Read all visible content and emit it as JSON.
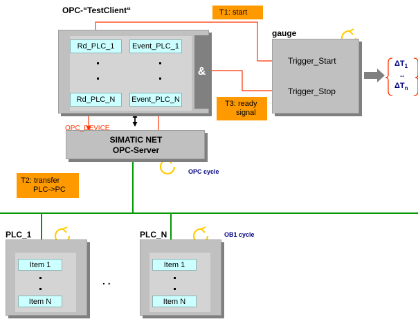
{
  "client": {
    "title": "OPC-“TestClient“",
    "rd_first": "Rd_PLC_1",
    "rd_last": "Rd_PLC_N",
    "ev_first": "Event_PLC_1",
    "ev_last": "Event_PLC_N",
    "and_gate": "&"
  },
  "gauge": {
    "title": "gauge",
    "start": "Trigger_Start",
    "stop": "Trigger_Stop"
  },
  "result": {
    "first": "ΔT",
    "first_sub": "1",
    "dots": "..",
    "last": "ΔT",
    "last_sub": "n"
  },
  "labels": {
    "t1": "T1: start",
    "t3_line1": "T3: ready",
    "t3_line2": "signal",
    "t2_line1": "T2: transfer",
    "t2_line2": "PLC->PC",
    "opc_device": "OPC_DEVICE",
    "opc_cycle": "OPC cycle",
    "ob1_cycle": "OB1 cycle",
    "between": ". ."
  },
  "server": {
    "line1": "SIMATIC NET",
    "line2": "OPC-Server"
  },
  "plcs": [
    {
      "name": "PLC_1",
      "item_first": "Item 1",
      "item_last": "Item N"
    },
    {
      "name": "PLC_N",
      "item_first": "Item 1",
      "item_last": "Item N"
    }
  ],
  "colors": {
    "red_arrow": "#ff3300",
    "green_bus": "#009900",
    "orange": "#ff9900",
    "cycle_yellow": "#ffcc00",
    "navy_text": "#000080",
    "device_red": "#ff3300"
  }
}
